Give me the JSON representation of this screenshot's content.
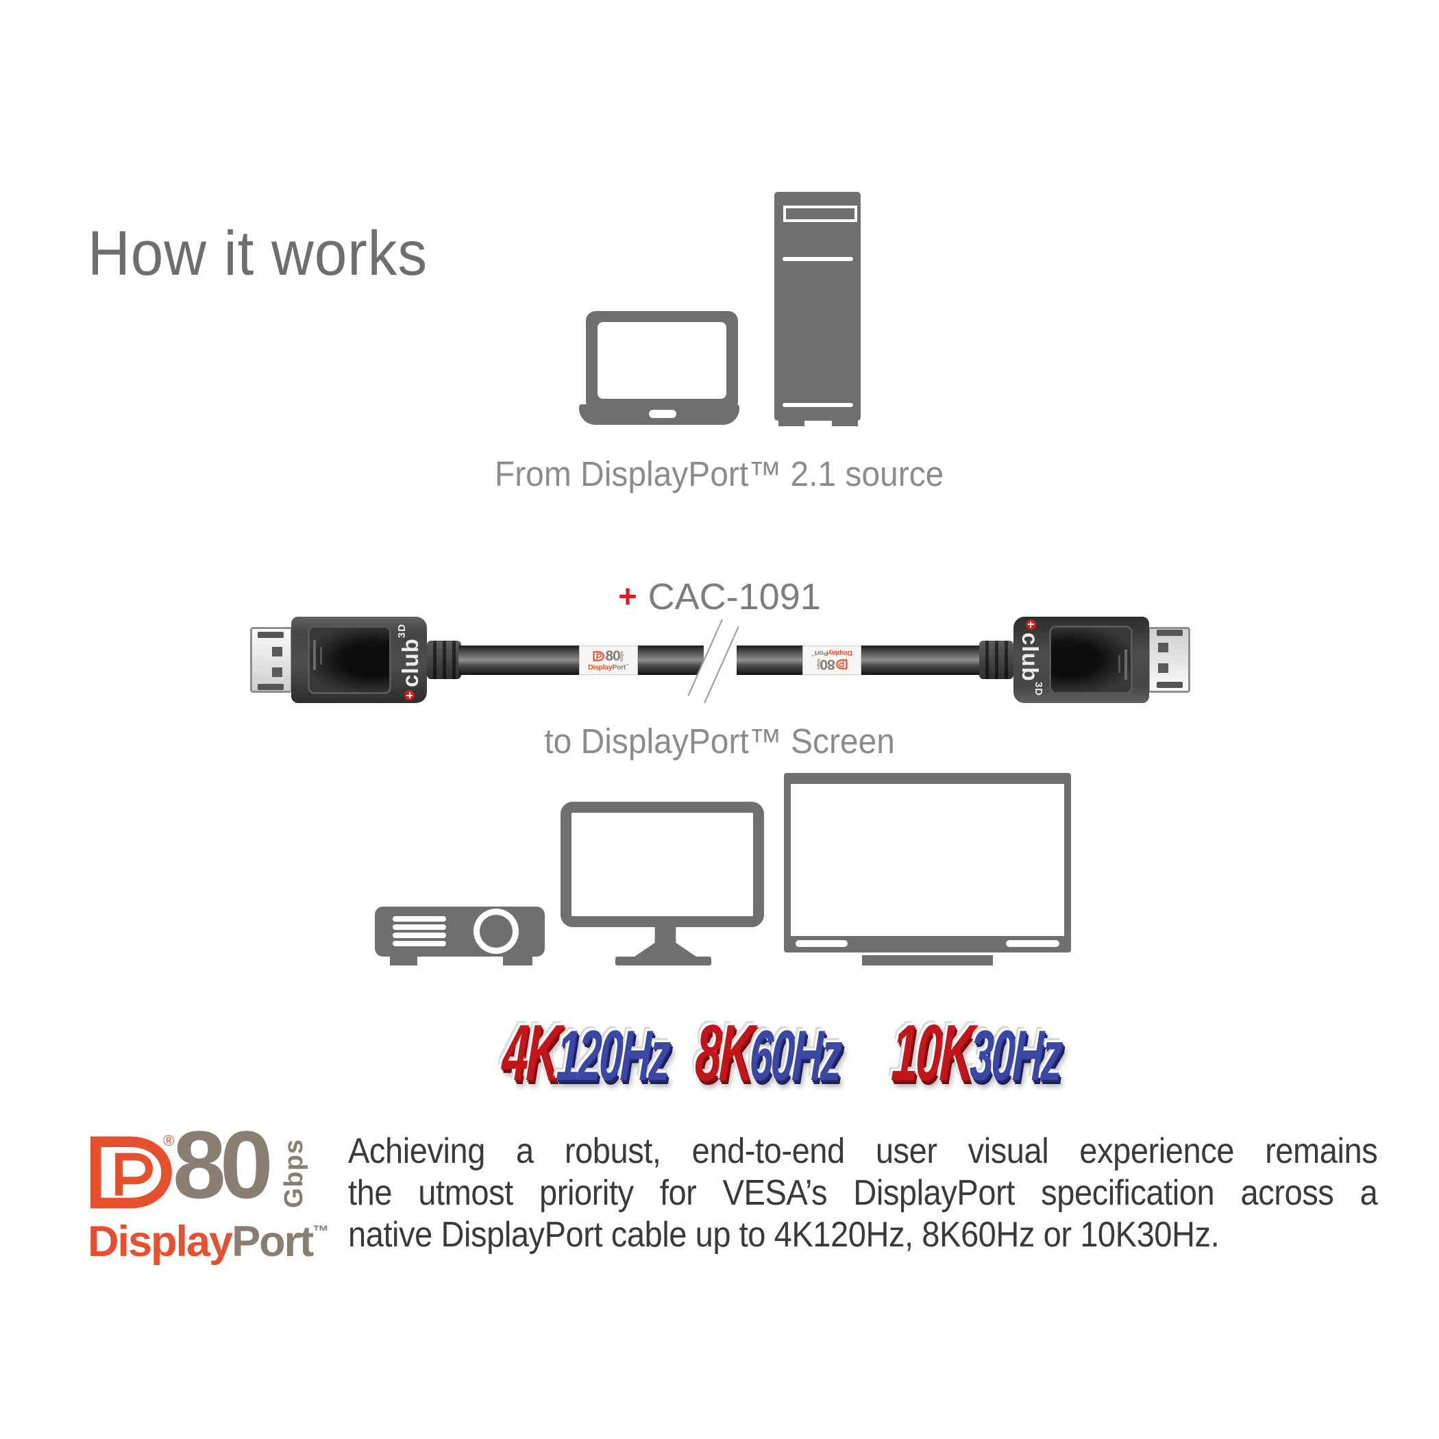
{
  "title": "How it works",
  "source": {
    "caption": "From DisplayPort™ 2.1 source"
  },
  "cable": {
    "plus": "+",
    "model": "CAC-1091",
    "brand": "club",
    "brand_sup": "3D",
    "caption": "to DisplayPort™ Screen"
  },
  "mini_label": {
    "speed": "80",
    "unit": "Gbps",
    "display": "Display",
    "port": "Port",
    "tm": "™"
  },
  "resolutions": [
    {
      "res": "4K",
      "rate": "120Hz"
    },
    {
      "res": "8K",
      "rate": "60Hz"
    },
    {
      "res": "10K",
      "rate": "30Hz"
    }
  ],
  "footer": {
    "reg": "®",
    "speed": "80",
    "unit": "Gbps",
    "display": "Display",
    "port": "Port",
    "tm": "™",
    "lines": [
      "Achieving a robust, end-to-end user visual experience remains",
      "the utmost priority for VESA’s DisplayPort specification across a",
      "native DisplayPort cable up to 4K120Hz, 8K60Hz or 10K30Hz."
    ]
  },
  "colors": {
    "accent_orange": "#E5502E",
    "logo_gray": "#8A7D72",
    "badge_red": "#C3161B",
    "badge_blue": "#3A47A5",
    "icon_gray": "#6F6F6F",
    "heading_gray": "#6E6E6E",
    "caption_gray": "#8C8C8C",
    "plus_red": "#DD1A21",
    "body_text": "#3A3A3A"
  }
}
